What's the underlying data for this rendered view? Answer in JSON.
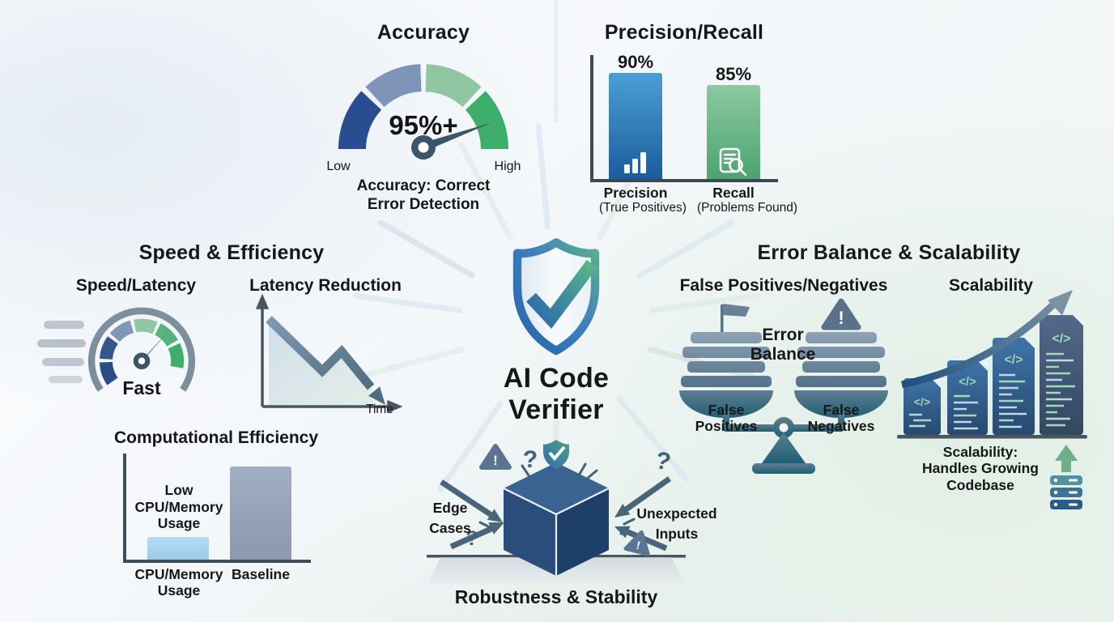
{
  "center": {
    "line1": "AI Code",
    "line2": "Verifier"
  },
  "accuracy": {
    "title": "Accuracy",
    "value": "95%+",
    "low": "Low",
    "high": "High",
    "caption1": "Accuracy: Correct",
    "caption2": "Error Detection"
  },
  "pr": {
    "title": "Precision/Recall",
    "bars": [
      {
        "value": "90%",
        "label": "Precision",
        "sublabel": "(True Positives)"
      },
      {
        "value": "85%",
        "label": "Recall",
        "sublabel": "(Problems Found)"
      }
    ]
  },
  "speed": {
    "title": "Speed & Efficiency",
    "gauge_title": "Speed/Latency",
    "gauge_label": "Fast",
    "chart_title": "Latency Reduction",
    "time_label": "Time"
  },
  "ebs": {
    "title": "Error Balance & Scalability",
    "fpn_title": "False Positives/Negatives",
    "center1": "Error",
    "center2": "Balance",
    "left1": "False",
    "left2": "Positives",
    "right1": "False",
    "right2": "Negatives",
    "scal_title": "Scalability",
    "cap1": "Scalability:",
    "cap2": "Handles Growing",
    "cap3": "Codebase"
  },
  "eff": {
    "title": "Computational Efficiency",
    "ann1": "Low",
    "ann2": "CPU/Memory",
    "ann3": "Usage",
    "bar1_1": "CPU/Memory",
    "bar1_2": "Usage",
    "bar2": "Baseline"
  },
  "rob": {
    "title": "Robustness & Stability",
    "left1": "Edge",
    "left2": "Cases",
    "right1": "Unexpected",
    "right2": "Inputs"
  },
  "icons": {
    "code_glyph": "</>",
    "question_glyph": "?",
    "exclamation_glyph": "!"
  },
  "colors": {
    "navy": "#2a4d8f",
    "blue_gray": "#8097b8",
    "light_green": "#8ec7a2",
    "green": "#3fae6a",
    "slate": "#44617a",
    "teal": "#21647a",
    "bar_blue_top": "#4b9fd6",
    "bar_blue_bottom": "#1c5c9c",
    "bar_green_top": "#8cc9a1",
    "bar_green_bottom": "#4da371",
    "baseline_gray": "#97a3b8",
    "light_blue_bar": "#a9d3ef",
    "text": "#171717"
  },
  "chart_data": [
    {
      "type": "gauge",
      "title": "Accuracy",
      "value": "95%+",
      "scale_min": "Low",
      "scale_max": "High",
      "caption": "Accuracy: Correct Error Detection"
    },
    {
      "type": "bar",
      "title": "Precision/Recall",
      "categories": [
        "Precision (True Positives)",
        "Recall (Problems Found)"
      ],
      "values": [
        90,
        85
      ],
      "unit": "%"
    },
    {
      "type": "gauge",
      "title": "Speed/Latency",
      "value": "Fast"
    },
    {
      "type": "line",
      "title": "Latency Reduction",
      "trend": "decreasing",
      "xlabel": "Time"
    },
    {
      "type": "bar",
      "title": "Computational Efficiency",
      "categories": [
        "CPU/Memory Usage",
        "Baseline"
      ],
      "values": [
        "low",
        "high"
      ],
      "annotation": "Low CPU/Memory Usage"
    },
    {
      "type": "line",
      "title": "Scalability",
      "trend": "increasing",
      "caption": "Scalability: Handles Growing Codebase"
    }
  ]
}
